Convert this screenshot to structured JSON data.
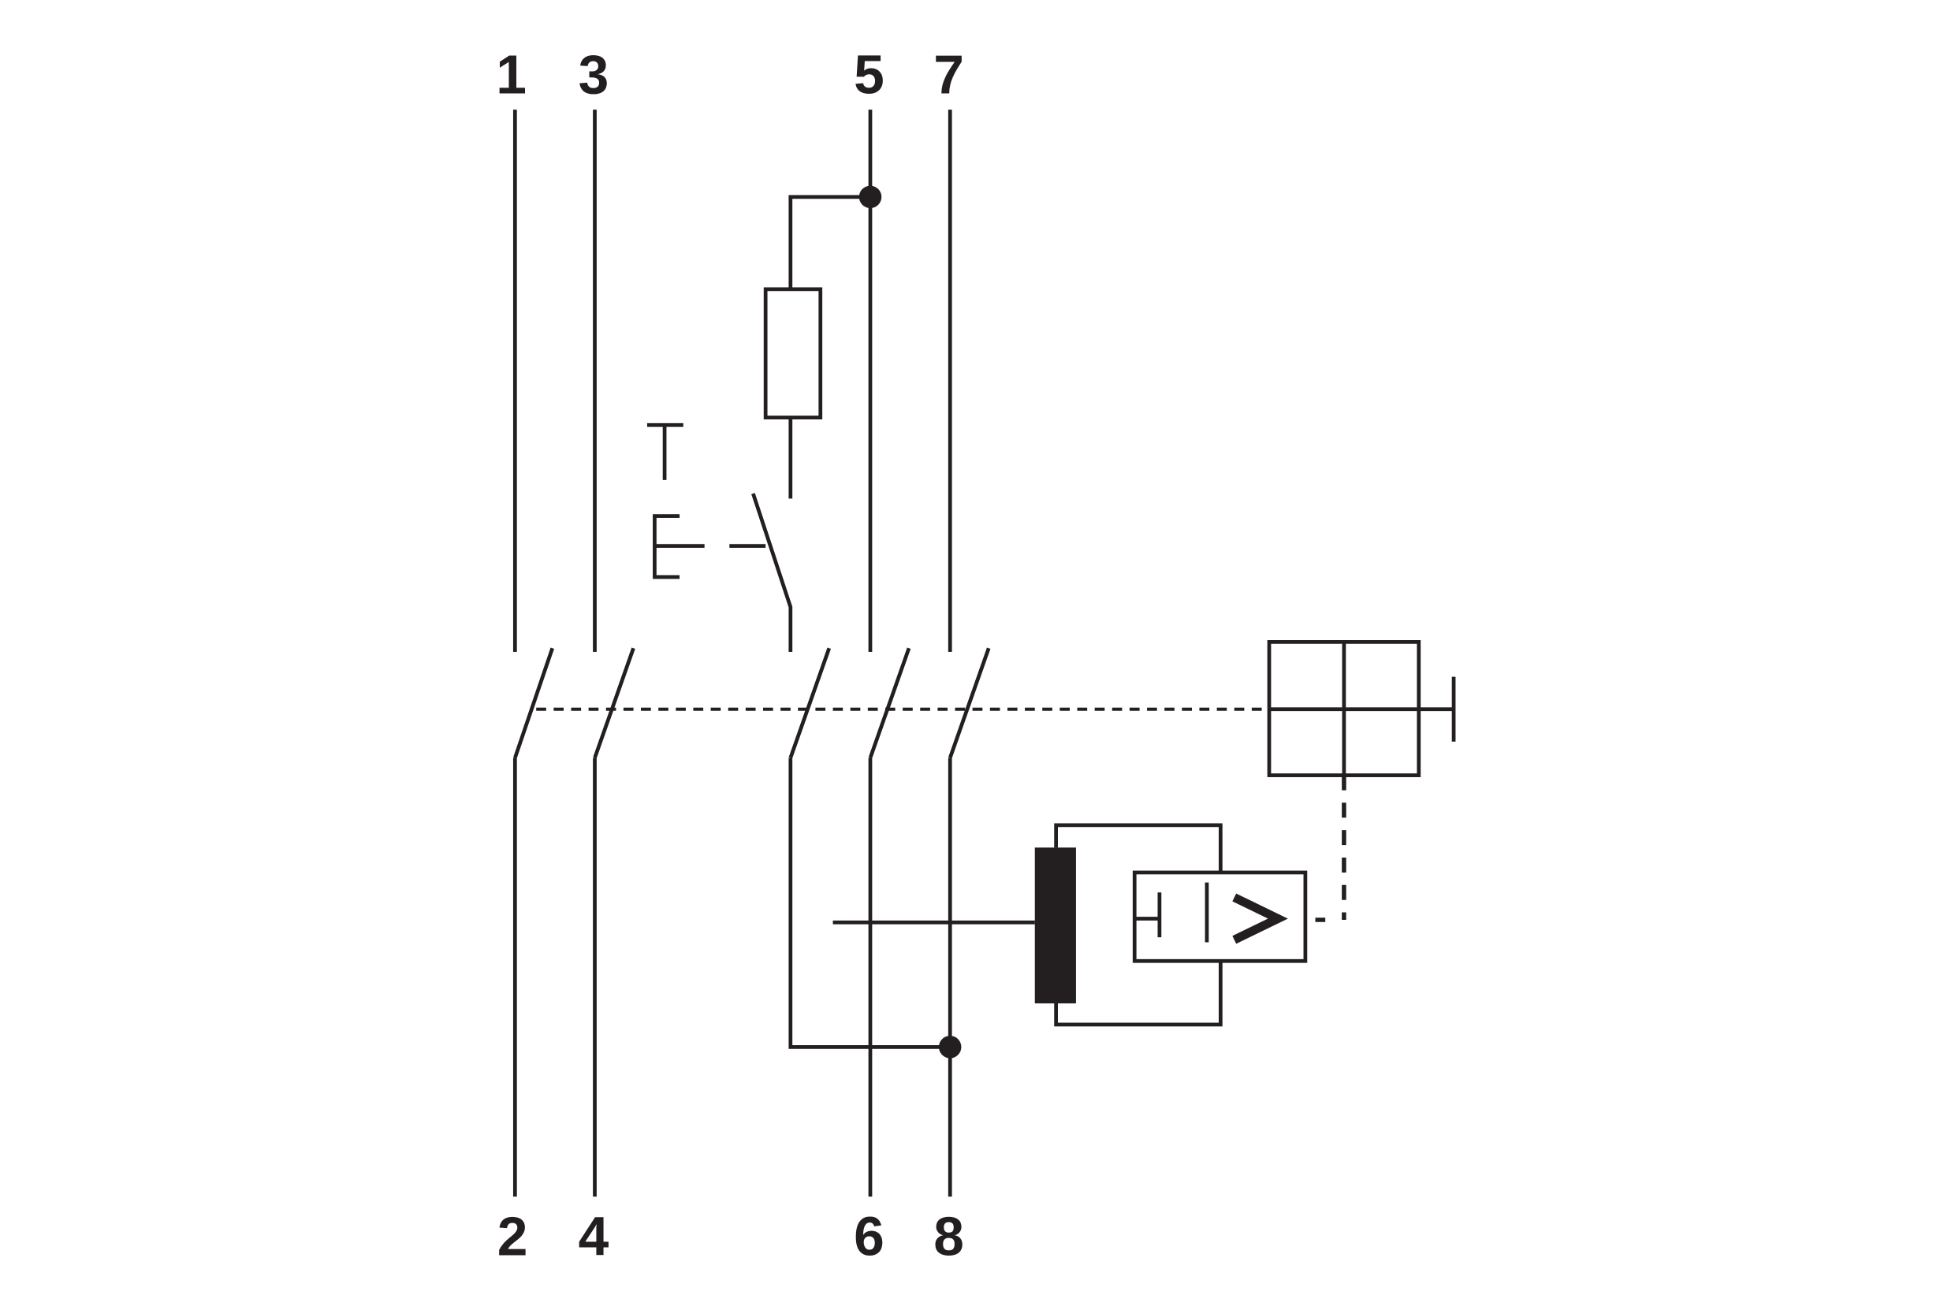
{
  "terminals_top": [
    "1",
    "3",
    "5",
    "7"
  ],
  "terminals_bottom": [
    "2",
    "4",
    "6",
    "8"
  ],
  "colors": {
    "line": "#231f20",
    "background": "#ffffff"
  }
}
